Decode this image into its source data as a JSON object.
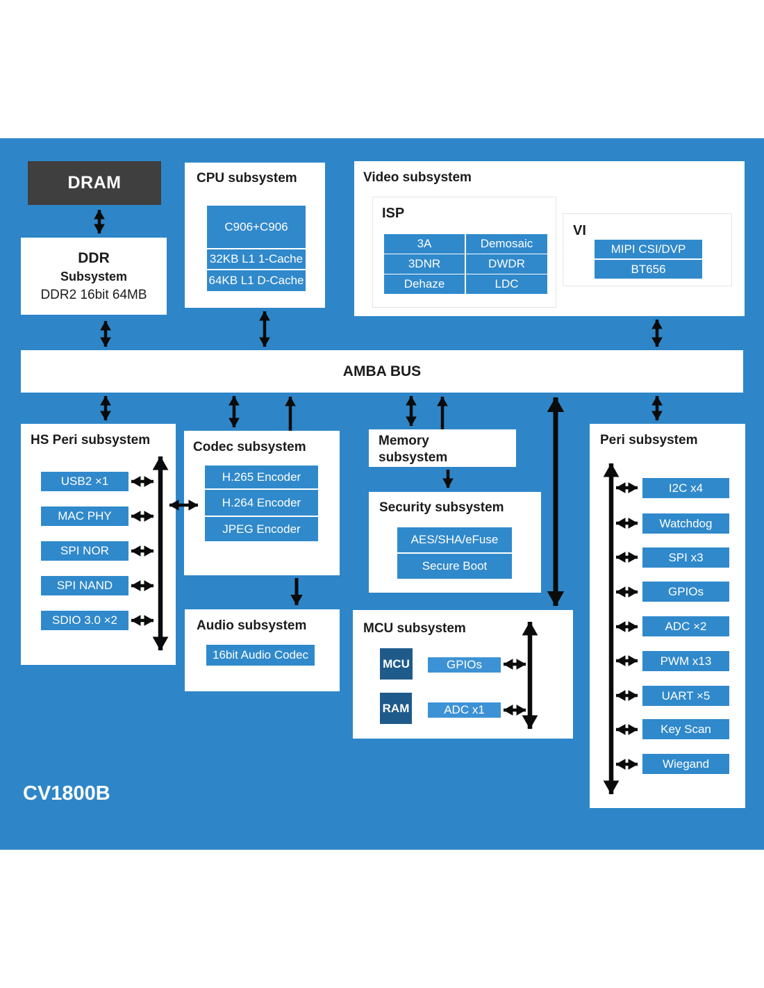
{
  "chip_label": "CV1800B",
  "colors": {
    "blue": "#2E86C8",
    "barblue": "#3089CB",
    "mcubar": "#3D92D5",
    "navy": "#1E5B8A",
    "gray": "#3F3F3F",
    "ink": "#1B1B1B",
    "subborder": "#E4E4E4"
  },
  "dram": {
    "label": "DRAM"
  },
  "ddr": {
    "line1": "DDR",
    "line2": "Subsystem",
    "line3": "DDR2 16bit 64MB"
  },
  "cpu": {
    "title": "CPU subsystem",
    "cores": "C906+C906",
    "icache": "32KB L1 1-Cache",
    "dcache": "64KB L1 D-Cache"
  },
  "video": {
    "title": "Video subsystem",
    "isp": {
      "title": "ISP",
      "cells": [
        "3A",
        "Demosaic",
        "3DNR",
        "DWDR",
        "Dehaze",
        "LDC"
      ]
    },
    "vi": {
      "title": "VI",
      "items": [
        "MIPI CSI/DVP",
        "BT656"
      ]
    }
  },
  "bus": {
    "label": "AMBA BUS"
  },
  "hs_peri": {
    "title": "HS Peri subsystem",
    "items": [
      "USB2 ×1",
      "MAC PHY",
      "SPI NOR",
      "SPI NAND",
      "SDIO 3.0 ×2"
    ]
  },
  "codec": {
    "title": "Codec subsystem",
    "items": [
      "H.265 Encoder",
      "H.264 Encoder",
      "JPEG Encoder"
    ]
  },
  "audio": {
    "title": "Audio subsystem",
    "item": "16bit Audio Codec"
  },
  "memory": {
    "title": "Memory subsystem"
  },
  "security": {
    "title": "Security subsystem",
    "items": [
      "AES/SHA/eFuse",
      "Secure Boot"
    ]
  },
  "mcu": {
    "title": "MCU subsystem",
    "blocks": [
      "MCU",
      "RAM"
    ],
    "bars": [
      "GPIOs",
      "ADC x1"
    ]
  },
  "peri": {
    "title": "Peri subsystem",
    "items": [
      "I2C x4",
      "Watchdog",
      "SPI x3",
      "GPIOs",
      "ADC ×2",
      "PWM x13",
      "UART ×5",
      "Key Scan",
      "Wiegand"
    ]
  }
}
